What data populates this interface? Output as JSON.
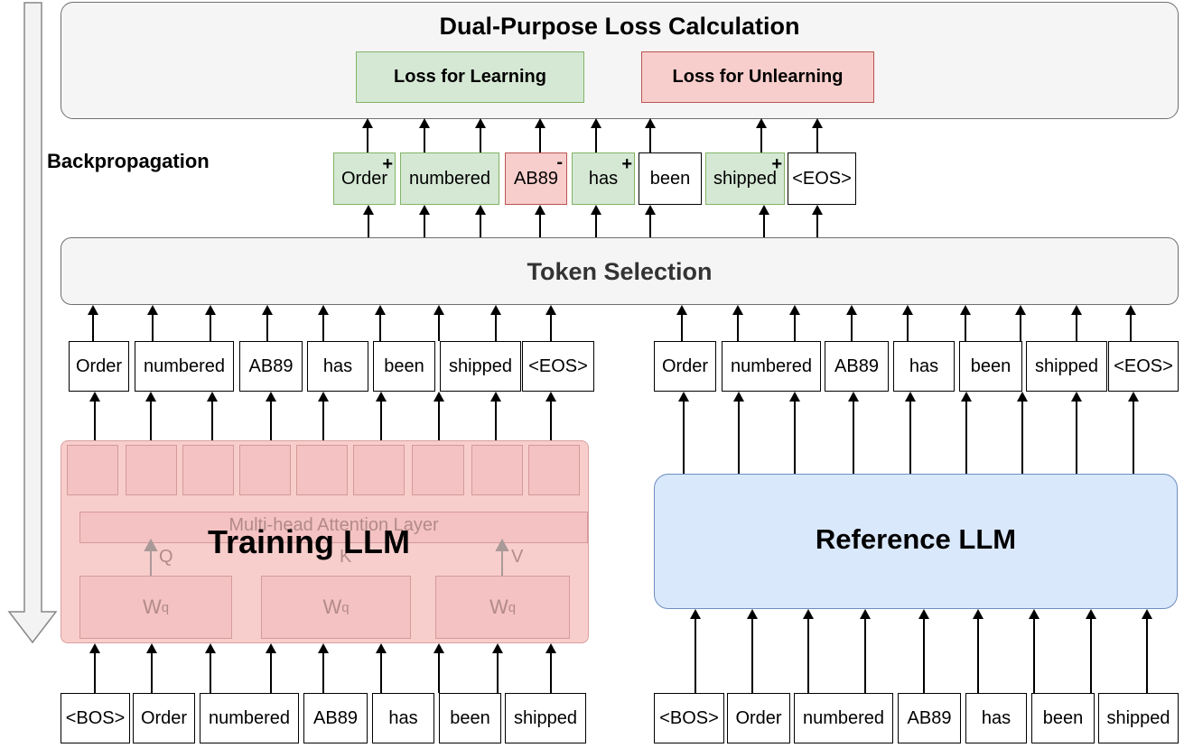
{
  "loss_panel": {
    "title": "Dual-Purpose Loss Calculation",
    "learning_label": "Loss for Learning",
    "unlearning_label": "Loss for Unlearning",
    "learning_color": "#d5e8d4",
    "unlearning_color": "#f8cecc"
  },
  "backprop_label": "Backpropagation",
  "selected_tokens": [
    {
      "text": "Order",
      "kind": "learn",
      "sign": "+"
    },
    {
      "text": "numbered",
      "kind": "learn",
      "sign": ""
    },
    {
      "text": "AB89",
      "kind": "unlearn",
      "sign": "-"
    },
    {
      "text": "has",
      "kind": "learn",
      "sign": "+"
    },
    {
      "text": "been",
      "kind": "none",
      "sign": ""
    },
    {
      "text": "shipped",
      "kind": "learn",
      "sign": "+"
    },
    {
      "text": "<EOS>",
      "kind": "none",
      "sign": ""
    }
  ],
  "token_selection_label": "Token Selection",
  "training_outputs": [
    "Order",
    "numbered",
    "AB89",
    "has",
    "been",
    "shipped",
    "<EOS>"
  ],
  "reference_outputs": [
    "Order",
    "numbered",
    "AB89",
    "has",
    "been",
    "shipped",
    "<EOS>"
  ],
  "training_llm": {
    "label": "Training LLM",
    "attention_label": "Multi-head Attention Layer",
    "q_label": "Q",
    "k_label": "K",
    "v_label": "V",
    "weight_base": "W",
    "weight_sub": "q",
    "color": "#f8cecc"
  },
  "reference_llm": {
    "label": "Reference LLM",
    "color": "#dae8fc"
  },
  "training_inputs": [
    "<BOS>",
    "Order",
    "numbered",
    "AB89",
    "has",
    "been",
    "shipped"
  ],
  "reference_inputs": [
    "<BOS>",
    "Order",
    "numbered",
    "AB89",
    "has",
    "been",
    "shipped"
  ]
}
